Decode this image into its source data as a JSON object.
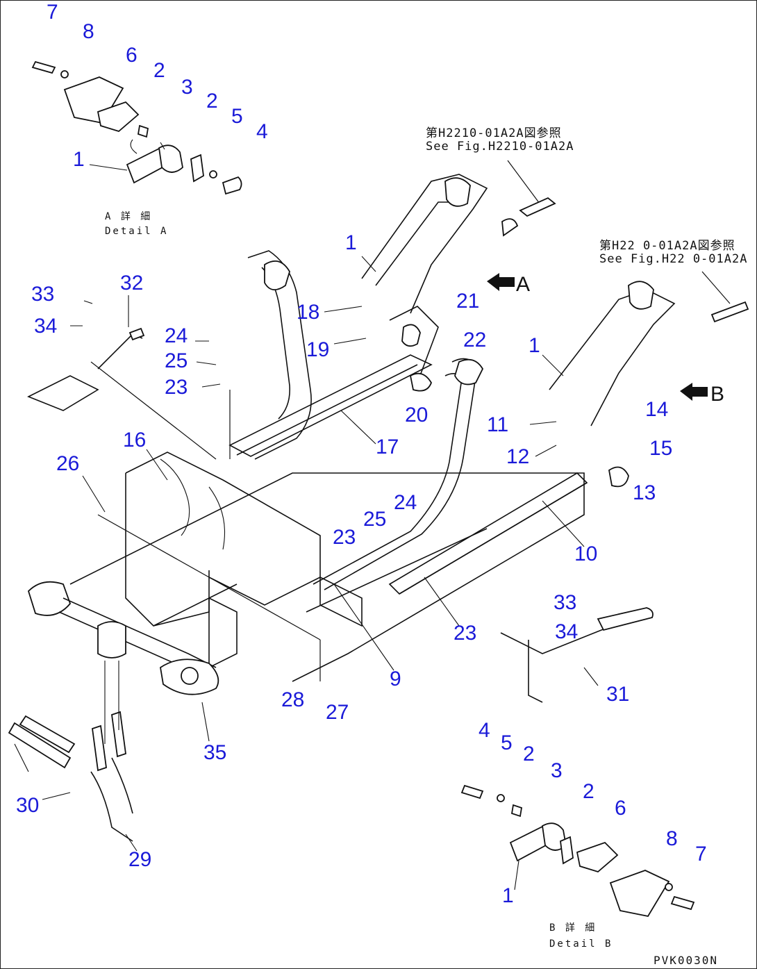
{
  "references": {
    "top_jp": "第H2210-01A2A図参照",
    "top_en": "See Fig.H2210-01A2A",
    "right_jp": "第H22 0-01A2A図参照",
    "right_en": "See Fig.H22 0-01A2A"
  },
  "details": {
    "a_jp": "A 詳 細",
    "a_en": "Detail A",
    "b_jp": "B 詳 細",
    "b_en": "Detail B"
  },
  "view_arrows": {
    "a": "A",
    "b": "B"
  },
  "drawing_code": "PVK0030N",
  "callouts": {
    "a7": "7",
    "a8": "8",
    "a6": "6",
    "a2a": "2",
    "a3": "3",
    "a2b": "2",
    "a5": "5",
    "a4": "4",
    "a1": "1",
    "m1a": "1",
    "m33a": "33",
    "m32": "32",
    "m34a": "34",
    "m18": "18",
    "m21": "21",
    "m19": "19",
    "m22": "22",
    "m24a": "24",
    "m25a": "25",
    "m23a": "23",
    "m20": "20",
    "m1b": "1",
    "m17": "17",
    "m16": "16",
    "m11": "11",
    "m14": "14",
    "m15": "15",
    "m12": "12",
    "m26": "26",
    "m13": "13",
    "m24b": "24",
    "m25b": "25",
    "m23b": "23",
    "m10": "10",
    "m33b": "33",
    "m34b": "34",
    "m23c": "23",
    "m9": "9",
    "m31": "31",
    "m28": "28",
    "m27": "27",
    "m35": "35",
    "m30": "30",
    "m29": "29",
    "b4": "4",
    "b5": "5",
    "b2a": "2",
    "b3": "3",
    "b2b": "2",
    "b6": "6",
    "b8": "8",
    "b7": "7",
    "b1": "1"
  }
}
